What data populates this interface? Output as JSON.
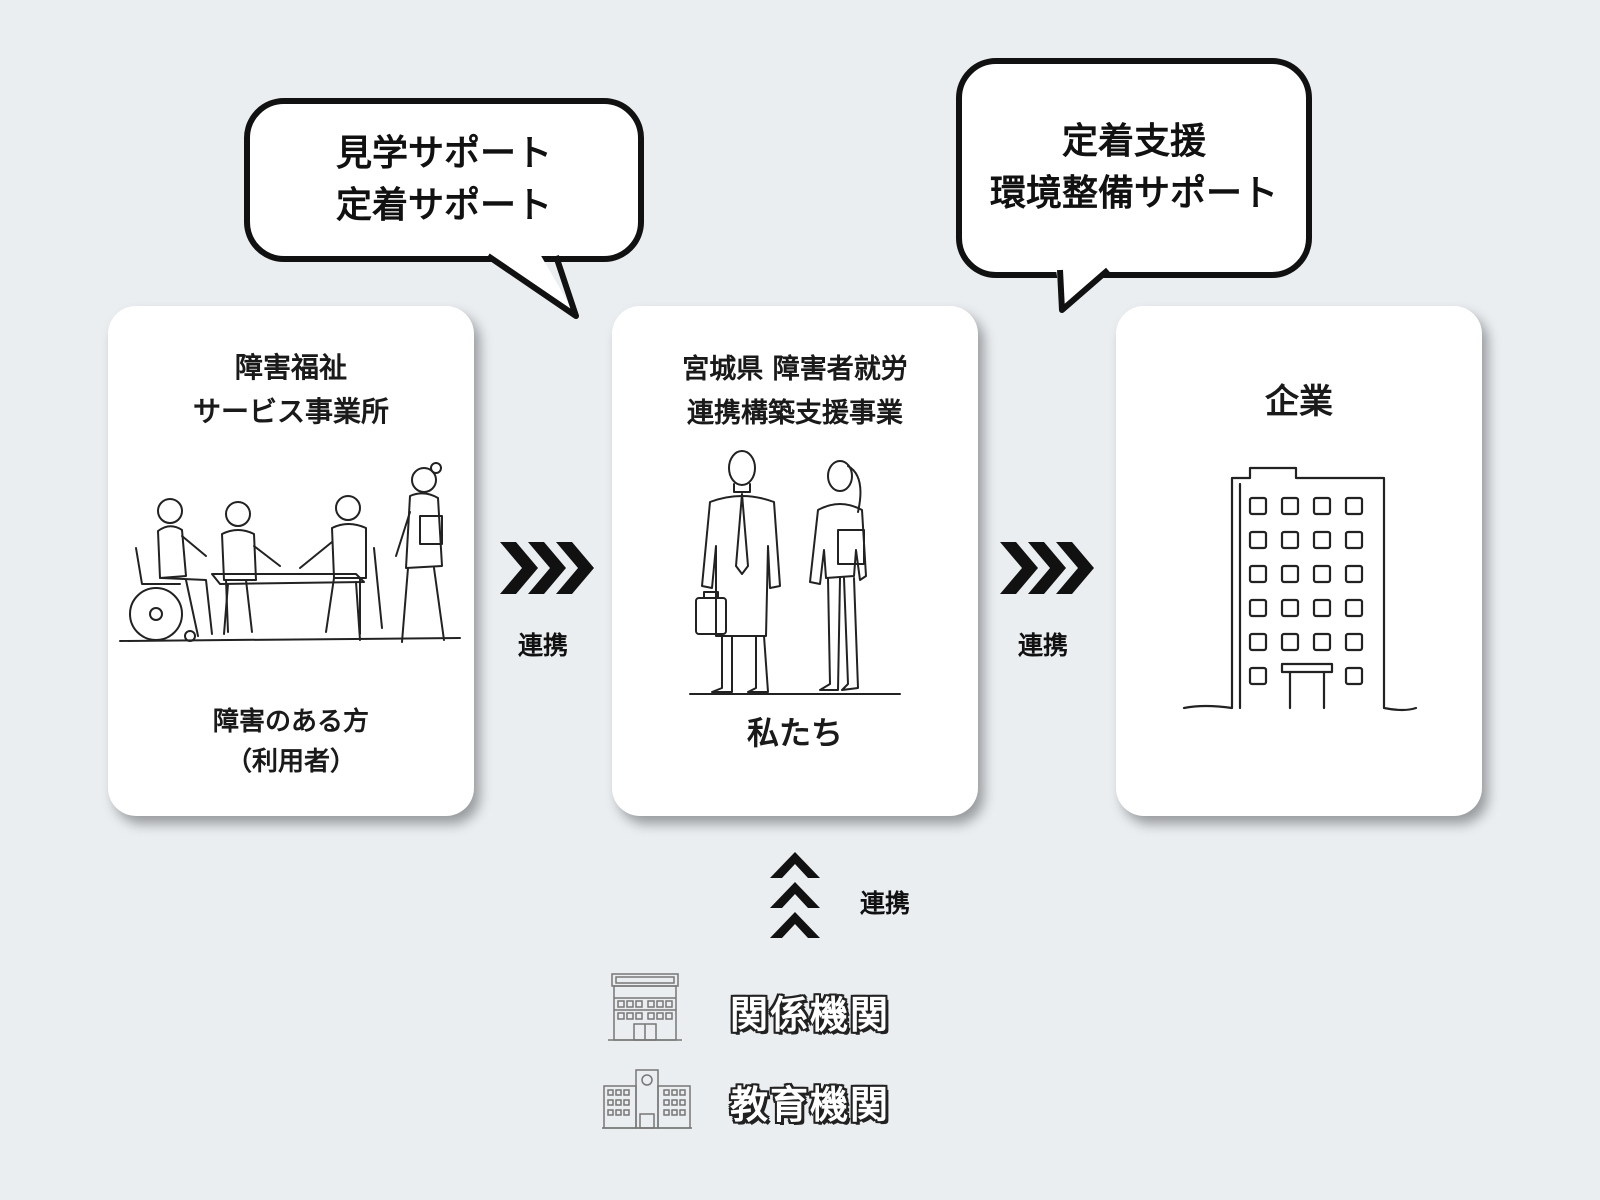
{
  "bubbles": {
    "left": "見学サポート\n定着サポート",
    "right": "定着支援\n環境整備サポート"
  },
  "cards": {
    "welfare": {
      "title": "障害福祉\nサービス事業所",
      "caption": "障害のある方\n（利用者）"
    },
    "us": {
      "title": "宮城県 障害者就労\n連携構築支援事業",
      "caption": "私たち"
    },
    "company": {
      "title": "企業"
    }
  },
  "links": {
    "left": "連携",
    "right": "連携",
    "bottom": "連携"
  },
  "institutions": {
    "related": "関係機関",
    "education": "教育機関"
  },
  "icons": {
    "people": "people-at-table-icon",
    "staff": "business-people-icon",
    "building": "office-building-icon",
    "related": "public-building-icon",
    "school": "school-icon",
    "arrow_right": "triple-chevron-right-icon",
    "arrow_up": "triple-chevron-up-icon"
  }
}
